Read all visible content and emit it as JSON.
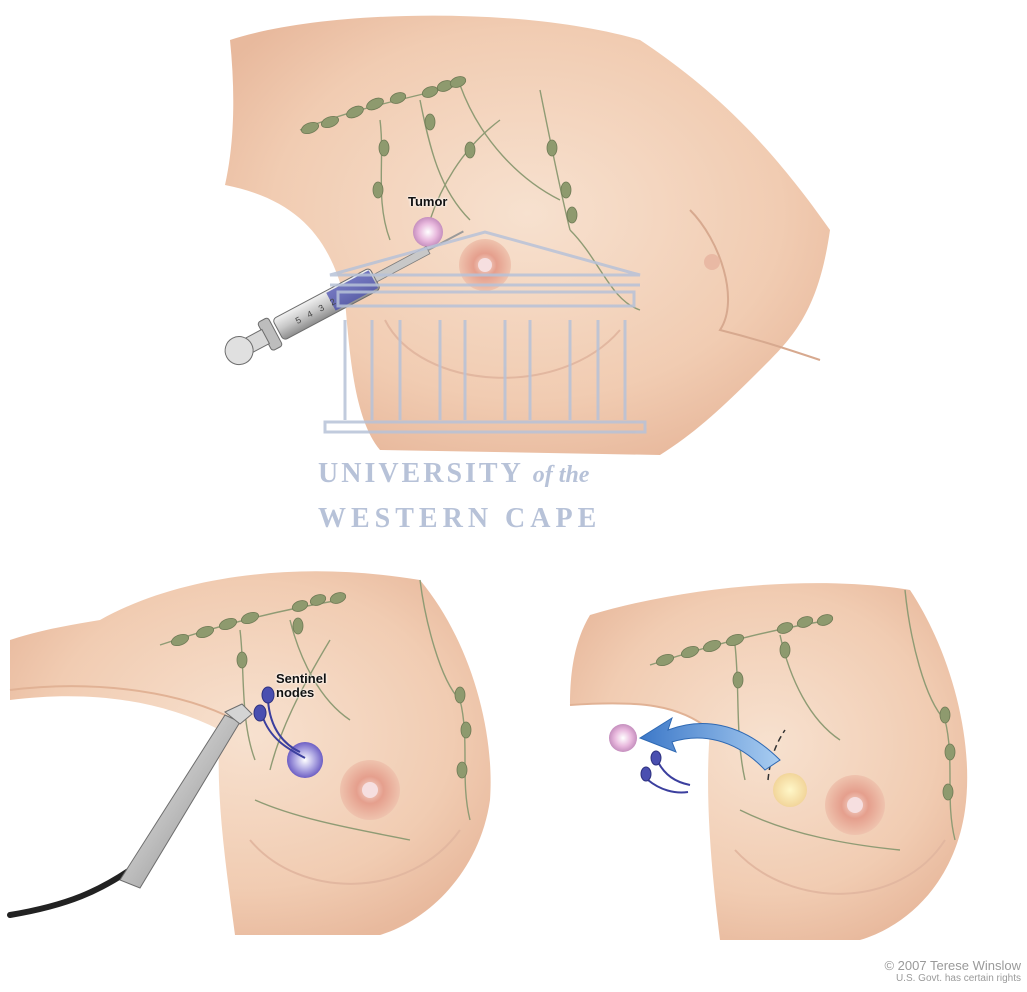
{
  "labels": {
    "tumor": "Tumor",
    "sentinel_line1": "Sentinel",
    "sentinel_line2": "nodes"
  },
  "watermark": {
    "line1_main": "UNIVERSITY",
    "line1_italic": "of the",
    "line2": "WESTERN CAPE",
    "color": "#b7c2d8"
  },
  "credit": {
    "line1": "© 2007 Terese Winslow",
    "line2": "U.S. Govt. has certain rights"
  },
  "syringe_markings": [
    "5",
    "4",
    "3",
    "2"
  ],
  "colors": {
    "skin": "#f3d3bd",
    "skin_shadow": "#e4b59a",
    "lymph_node": "#8e9a6e",
    "vessel": "#8f9b74",
    "tumor": "#e7b3d9",
    "dye": "#4a4fb0",
    "arrow": "#4f8fd6",
    "watermark": "#b7c2d8"
  }
}
